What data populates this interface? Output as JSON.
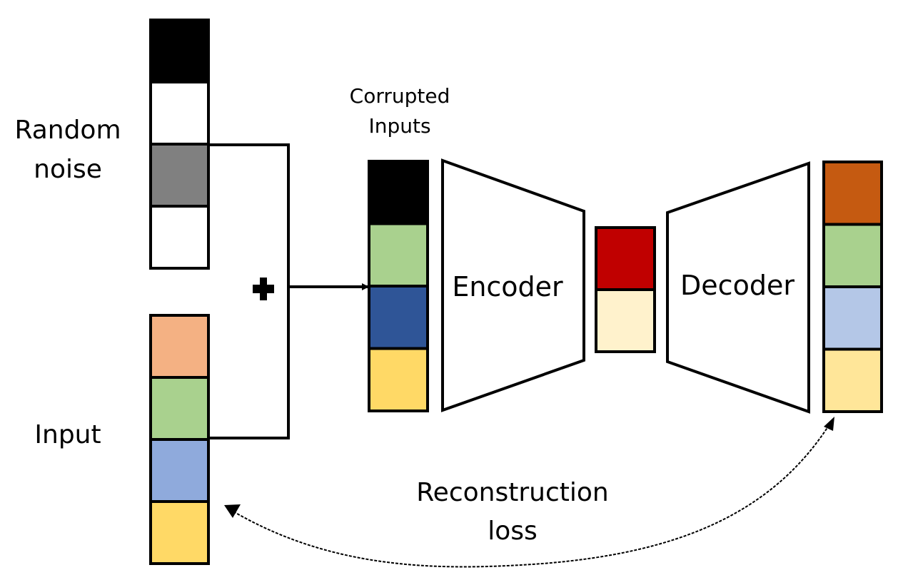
{
  "labels": {
    "random_noise": [
      "Random",
      "noise"
    ],
    "input": "Input",
    "corrupted_inputs": [
      "Corrupted",
      "Inputs"
    ],
    "encoder": "Encoder",
    "decoder": "Decoder",
    "reconstruction_loss": [
      "Reconstruction",
      "loss"
    ],
    "plus_symbol": "✚"
  },
  "vectors": {
    "random_noise": [
      "#000000",
      "#ffffff",
      "#808080",
      "#ffffff"
    ],
    "input": [
      "#f4b183",
      "#a9d18e",
      "#8faadc",
      "#ffd966"
    ],
    "corrupted_inputs": [
      "#000000",
      "#a9d18e",
      "#2f5597",
      "#ffd966"
    ],
    "latent": [
      "#c00000",
      "#fff2cc"
    ],
    "reconstruction": [
      "#c55a11",
      "#a9d18e",
      "#b4c7e7",
      "#ffe699"
    ]
  }
}
